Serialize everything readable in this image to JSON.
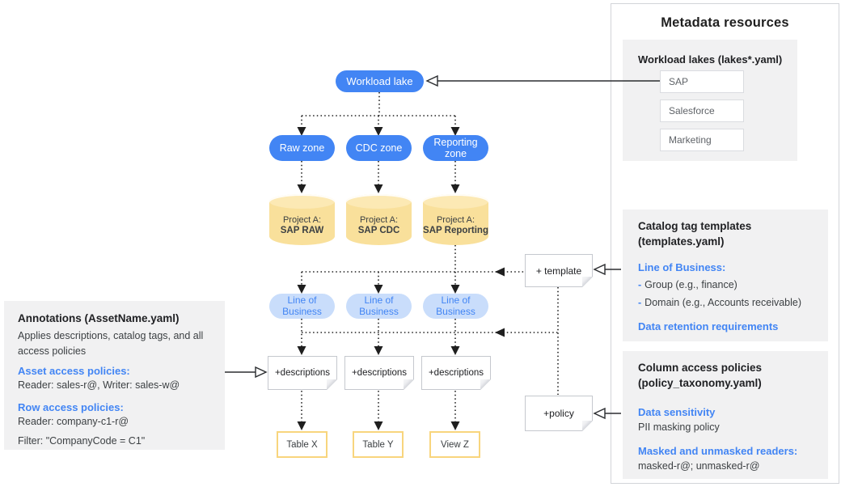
{
  "colors": {
    "accent_blue": "#4285F4",
    "lob_pill_fill": "#C9DDFB",
    "cylinder_fill": "#F9E09B",
    "asset_border_gold": "#F8D57D",
    "panel_gray": "#F1F1F2"
  },
  "diagram": {
    "workload_lake_label": "Workload lake",
    "zones": [
      "Raw zone",
      "CDC zone",
      "Reporting zone"
    ],
    "project_prefix": "Project A:",
    "project_names": [
      "SAP RAW",
      "SAP CDC",
      "SAP Reporting"
    ],
    "lob_label": "Line of Business",
    "descriptions_label": "+descriptions",
    "template_note_label": "+ template",
    "policy_note_label": "+policy",
    "assets": [
      "Table X",
      "Table Y",
      "View Z"
    ]
  },
  "annotations_panel": {
    "title": "Annotations (AssetName.yaml)",
    "description": "Applies descriptions, catalog tags, and all access policies",
    "asset_access_heading": "Asset access policies:",
    "asset_access_value": "Reader: sales-r@, Writer: sales-w@",
    "row_access_heading": "Row access policies:",
    "row_access_value": "Reader: company-c1-r@",
    "filter_value": "Filter: \"CompanyCode = C1\""
  },
  "metadata_panel": {
    "title": "Metadata resources",
    "workload_lakes": {
      "title": "Workload lakes (lakes*.yaml)",
      "items": [
        "SAP",
        "Salesforce",
        "Marketing"
      ]
    },
    "catalog_templates": {
      "title": "Catalog tag templates (templates.yaml)",
      "lob_heading": "Line of Business:",
      "dash": "-",
      "bullets": [
        "Group (e.g., finance)",
        "Domain (e.g., Accounts receivable)"
      ],
      "retention_heading": "Data retention requirements"
    },
    "column_policies": {
      "title": "Column access policies (policy_taxonomy.yaml)",
      "sensitivity_heading": "Data sensitivity",
      "sensitivity_value": "PII masking policy",
      "readers_heading": "Masked and unmasked readers:",
      "readers_value": "masked-r@; unmasked-r@"
    }
  }
}
